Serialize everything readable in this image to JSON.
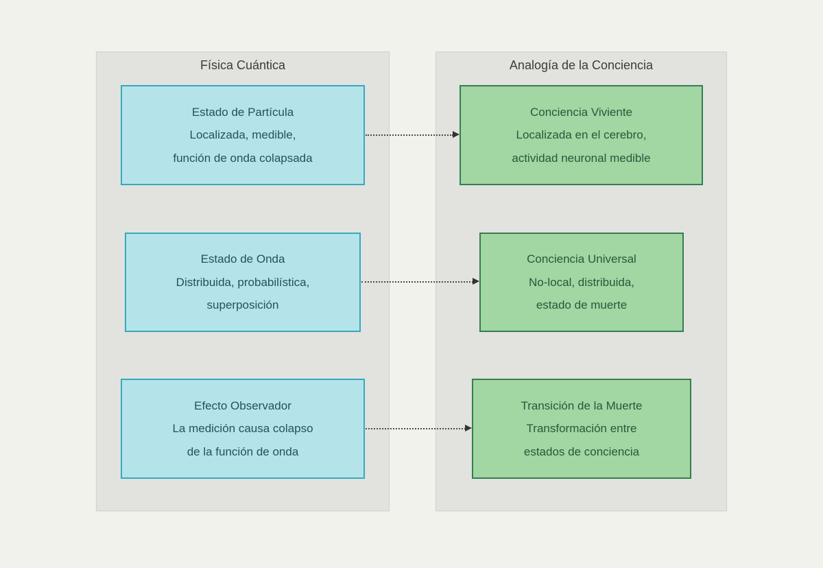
{
  "containers": {
    "left": {
      "title": "Física Cuántica"
    },
    "right": {
      "title": "Analogía de la Conciencia"
    }
  },
  "rows": [
    {
      "left": {
        "lines": [
          "Estado de Partícula",
          "Localizada, medible,",
          "función de onda colapsada"
        ]
      },
      "right": {
        "lines": [
          "Conciencia Viviente",
          "Localizada en el cerebro,",
          "actividad neuronal medible"
        ]
      }
    },
    {
      "left": {
        "lines": [
          "Estado de Onda",
          "Distribuida, probabilística,",
          "superposición"
        ]
      },
      "right": {
        "lines": [
          "Conciencia Universal",
          "No-local, distribuida,",
          "estado de muerte"
        ]
      }
    },
    {
      "left": {
        "lines": [
          "Efecto Observador",
          "La medición causa colapso",
          "de la función de onda"
        ]
      },
      "right": {
        "lines": [
          "Transición de la Muerte",
          "Transformación entre",
          "estados de conciencia"
        ]
      }
    }
  ],
  "colors": {
    "page_background": "#f2f2ed",
    "container_background": "#e2e2df",
    "container_border": "#d2d2ce",
    "quantum_box_fill": "#b4e4ea",
    "quantum_box_border": "#35a9bd",
    "quantum_text": "#294f5c",
    "consciousness_box_fill": "#a2d6a2",
    "consciousness_box_border": "#337f51",
    "consciousness_text": "#27583b",
    "title_text": "#3b3b3b",
    "arrow": "#4a4a4a"
  }
}
